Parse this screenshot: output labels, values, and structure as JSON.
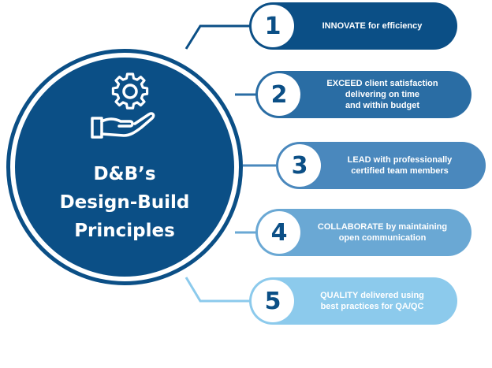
{
  "hub": {
    "title_lines": [
      "D&B’s",
      "Design-Build",
      "Principles"
    ],
    "icon": "gear-hand-icon"
  },
  "principles": [
    {
      "number": "1",
      "lines": [
        "INNOVATE for efficiency"
      ]
    },
    {
      "number": "2",
      "lines": [
        "EXCEED client satisfaction",
        "delivering on time",
        "and within budget"
      ]
    },
    {
      "number": "3",
      "lines": [
        "LEAD with professionally",
        "certified team members"
      ]
    },
    {
      "number": "4",
      "lines": [
        "COLLABORATE by maintaining",
        "open communication"
      ]
    },
    {
      "number": "5",
      "lines": [
        "QUALITY delivered using",
        "best practices for QA/QC"
      ]
    }
  ],
  "colors": {
    "hub": "#0b4f86",
    "pill_1": "#0b4f86",
    "pill_2": "#2a6da4",
    "pill_3": "#4a88bd",
    "pill_4": "#6aa8d4",
    "pill_5": "#8ccaec"
  }
}
